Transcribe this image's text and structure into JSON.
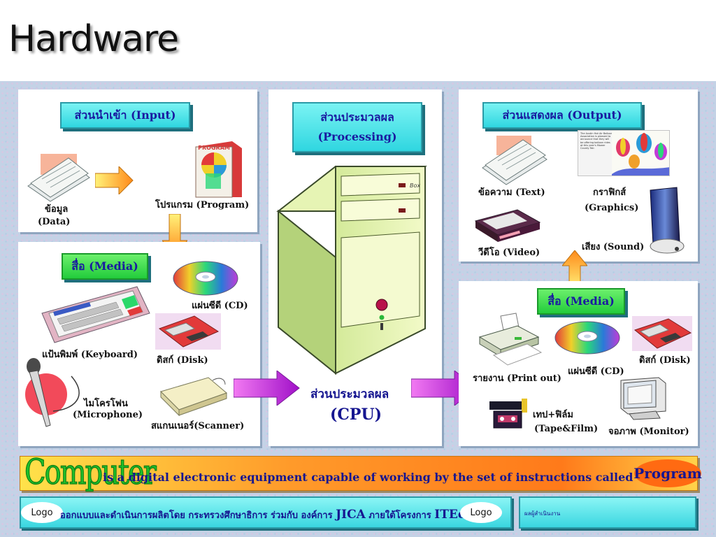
{
  "title": "Hardware",
  "input": {
    "header": "ส่วนนำเข้า  (Input)",
    "data_label_th": "ข้อมูล",
    "data_label_en": "(Data)",
    "program_label": "โปรแกรม (Program)"
  },
  "media_left": {
    "header": "สื่อ (Media)",
    "cd": "แผ่นซีดี (CD)",
    "keyboard": "แป้นพิมพ์ (Keyboard)",
    "disk": "ดิสก์ (Disk)",
    "mic_th": "ไมโครโฟน",
    "mic_en": "(Microphone)",
    "scanner": "สแกนเนอร์(Scanner)"
  },
  "processing": {
    "header_th": "ส่วนประมวลผล",
    "header_en": "(Processing)",
    "cpu_th": "ส่วนประมวลผล",
    "cpu_en": "(CPU)",
    "box_text": "Box"
  },
  "output": {
    "header": "ส่วนแสดงผล (Output)",
    "text": "ข้อความ (Text)",
    "graphics_th": "กราฟิกส์",
    "graphics_en": "(Graphics)",
    "video": "วีดีโอ (Video)",
    "sound": "เสียง (Sound)",
    "poster_text": "The Austin Hot Air Balloon Association is pleased to announce that they will be offering balloon rides at this year's Mower County Fair."
  },
  "media_right": {
    "header": "สื่อ (Media)",
    "printout": "รายงาน (Print out)",
    "cd": "แผ่นซีดี  (CD)",
    "disk": "ดิสก์ (Disk)",
    "tape_th": "เทป+ฟิล์ม",
    "tape_en": "(Tape&Film)",
    "monitor": "จอภาพ (Monitor)"
  },
  "banner": {
    "computer": "Computer",
    "text": "is a digital  electronic equipment capable of working by the set of instructions called",
    "program": "Program"
  },
  "footer": {
    "logo_left": "Logo",
    "logo_right": "Logo",
    "text": "ออกแบบและดำเนินการผลิตโดย  กระทรวงศึกษาธิการ ร่วมกับ องค์การ ",
    "jica": "JICA",
    "text2": " ภายใต้โครงการ ",
    "ited": "ITEd",
    "right_text": "ผลผู้สำเนินงาน"
  },
  "colors": {
    "header_cyan": "#2fd6e0",
    "header_green": "#22cc3c",
    "header_text": "#1a1aa0",
    "arrow_magenta": "#c21fd6",
    "arrow_orange": "#ff9a1a"
  }
}
